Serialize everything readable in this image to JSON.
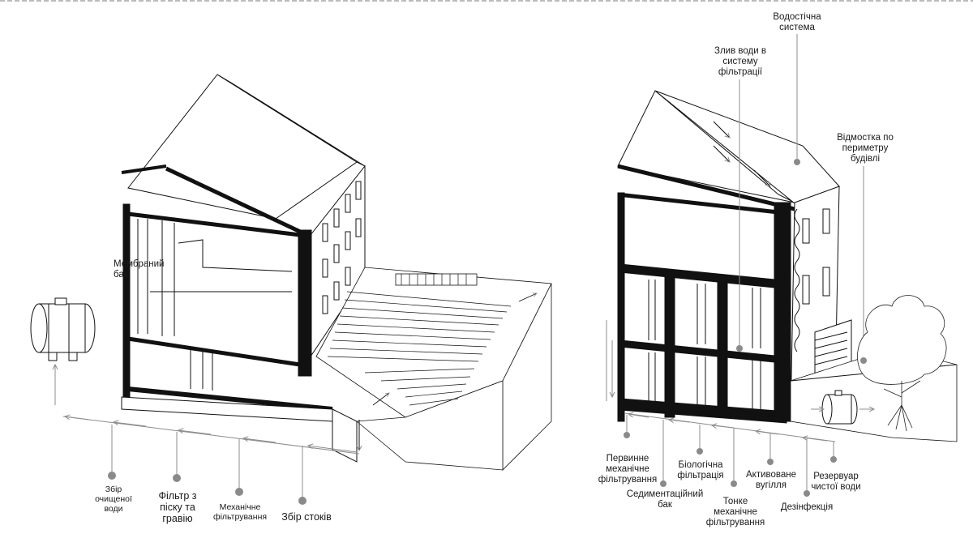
{
  "left_labels": {
    "membrane_tank": "Мембраний\nбак",
    "collected_clean": "Збір\nочищеної\nводи",
    "sand_gravel": "Фільтр з\nпіску та\nгравію",
    "mechanical": "Механічне\nфільтрування",
    "runoff": "Збір стоків"
  },
  "right_labels": {
    "gutter": "Водостічна\nсистема",
    "drain": "Злив води в\nсистему\nфільтрації",
    "blind_area": "Відмостка по\nпериметру\nбудівлі",
    "primary_mech": "Первинне\nмеханічне\nфільтрування",
    "sediment": "Седиментаційний\nбак",
    "bio": "Біологічна\nфільтрація",
    "fine_mech": "Тонке\nмеханічне\nфільтрування",
    "carbon": "Активоване\nвугілля",
    "disinfection": "Дезінфекція",
    "reservoir": "Резервуар\nчистої води"
  },
  "colors": {
    "ink": "#111111",
    "dot": "#8a8a8a",
    "arrow": "#8c8c8c"
  }
}
